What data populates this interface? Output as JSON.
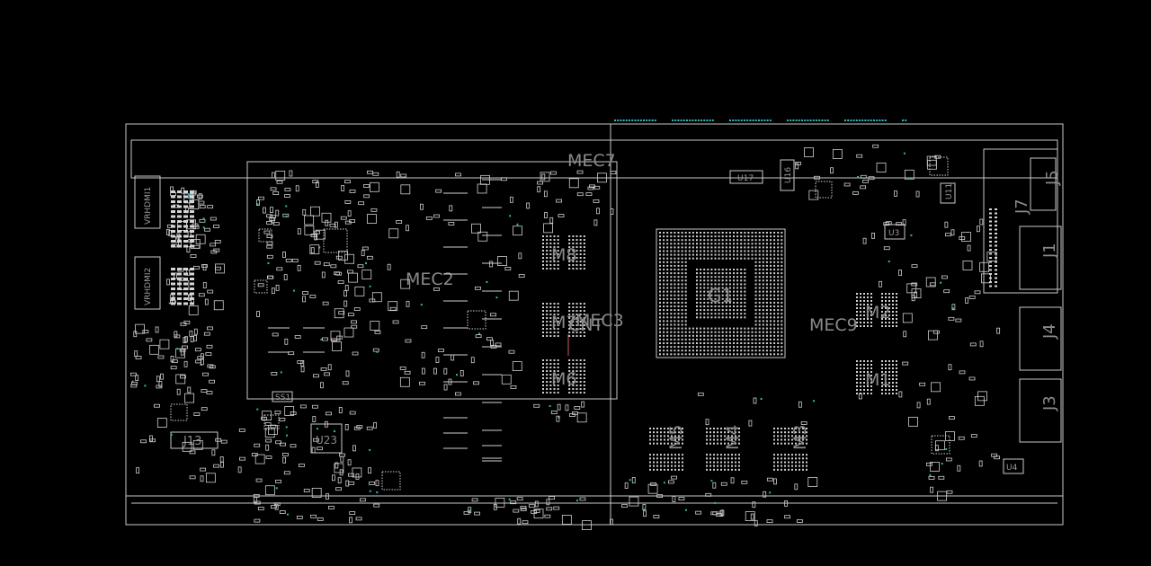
{
  "viewer": {
    "background": "#000000",
    "outline_color": "#c8c8c8",
    "label_color": "#8a8a8a",
    "teal_dot_color": "#2fb7b7"
  },
  "labels": {
    "mec7": "MEC7",
    "mec2": "MEC2",
    "mec3": "MEC3",
    "cnt": "CNT",
    "mec9": "MEC9",
    "g1": "G1",
    "m8": "M8",
    "m7": "M7",
    "m6": "M6",
    "m2": "M2",
    "m1": "M1",
    "m5": "M5",
    "m4": "M4",
    "m3": "M3",
    "j5": "J5",
    "j1": "J1",
    "j4": "J4",
    "j3": "J3",
    "j7": "J7",
    "j13": "J13",
    "u23": "U23",
    "u3": "U3",
    "u4": "U4",
    "u16": "U16",
    "u17": "U17",
    "u11": "U11",
    "ss1": "SS1",
    "vrhdmi1": "VRHDMI1",
    "vrhdmi2": "VRHDMI2"
  }
}
